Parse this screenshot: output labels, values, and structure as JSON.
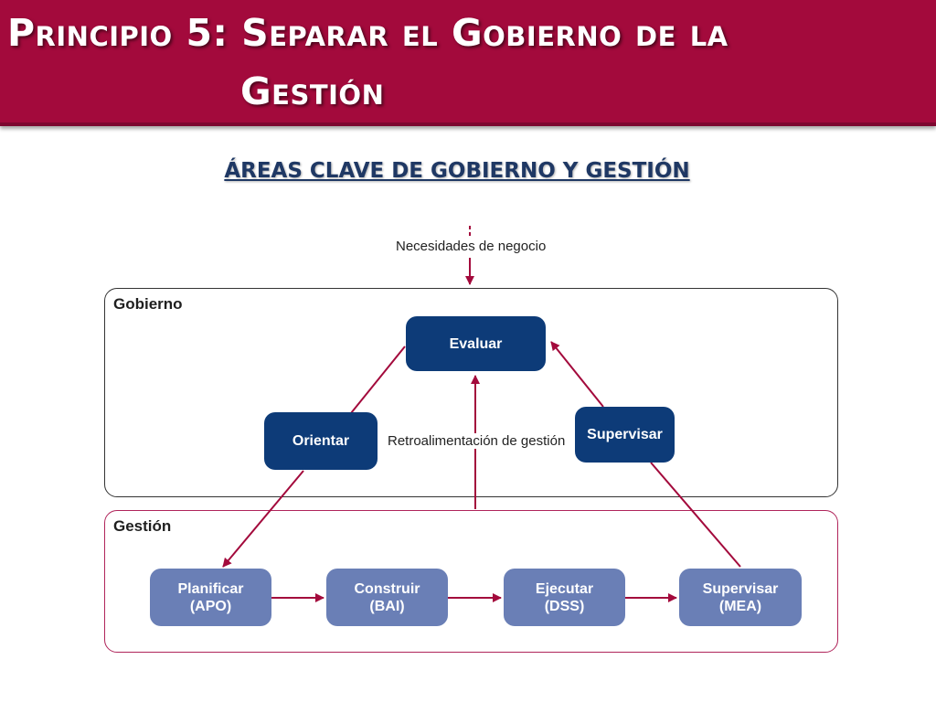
{
  "header": {
    "title_line1": "Principio 5: Separar el Gobierno de la",
    "title_line2": "Gestión",
    "background_color": "#a30a3c"
  },
  "subtitle": "ÁREAS CLAVE DE GOBIERNO Y GESTIÓN",
  "diagram": {
    "input_label": "Necesidades de negocio",
    "feedback_label": "Retroalimentación de gestión",
    "governance_area": {
      "label": "Gobierno",
      "nodes": {
        "evaluar": "Evaluar",
        "orientar": "Orientar",
        "supervisar": "Supervisar"
      }
    },
    "management_area": {
      "label": "Gestión",
      "nodes": [
        {
          "line1": "Planificar",
          "line2": "(APO)"
        },
        {
          "line1": "Construir",
          "line2": "(BAI)"
        },
        {
          "line1": "Ejecutar",
          "line2": "(DSS)"
        },
        {
          "line1": "Supervisar",
          "line2": "(MEA)"
        }
      ]
    },
    "colors": {
      "governance_node": "#0d3b78",
      "management_node": "#6a7fb6",
      "arrow": "#a30a3c"
    }
  }
}
